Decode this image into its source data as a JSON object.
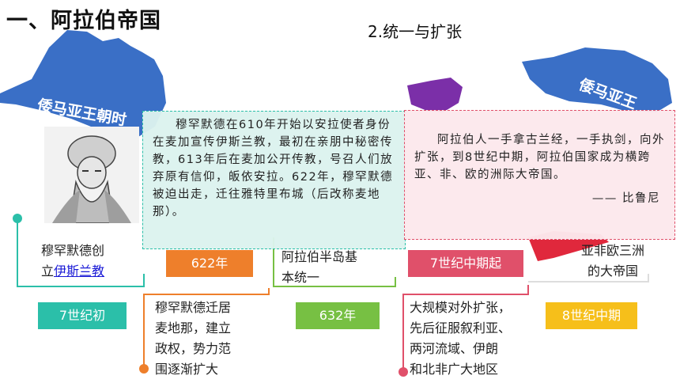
{
  "header": {
    "title": "一、阿拉伯帝国",
    "subtitle": "2.统一与扩张"
  },
  "map": {
    "label_left": "倭马亚王朝时",
    "label_right": "倭马亚王",
    "partial_text_1": "亚非欧三洲",
    "partial_text_2": "的大帝国"
  },
  "colors": {
    "map_blue": "#3a6fc6",
    "purple": "#7b2fa8",
    "red": "#e0283c",
    "teal": "#2bbfa9",
    "orange": "#ee7f2b",
    "green": "#77c043",
    "pink": "#e0506a",
    "yellow": "#f6bf1a"
  },
  "timeline": {
    "item1": {
      "text_pre": "穆罕默德创",
      "text_line2_pre": "立",
      "link": "伊斯兰教",
      "tag": "7世纪初"
    },
    "item2": {
      "tag": "622年",
      "text": [
        "穆罕默德迁居",
        "麦地那，建立",
        "政权，势力范",
        "围逐渐扩大"
      ]
    },
    "item3": {
      "text": [
        "阿拉伯半岛基",
        "本统一"
      ],
      "tag": "632年"
    },
    "item4": {
      "tag": "7世纪中期起",
      "text": [
        "大规模对外扩张，",
        "先后征服叙利亚、",
        "两河流域、伊朗",
        "和北非广大地区"
      ]
    },
    "item5": {
      "tag": "8世纪中期"
    }
  },
  "quotes": {
    "left": "穆罕默德在610年开始以安拉使者身份在麦加宣传伊斯兰教，最初在亲朋中秘密传教，613年后在麦加公开传教，号召人们放弃原有信仰，皈依安拉。622年，穆罕默德被迫出走，迁往雅特里布城（后改称麦地那）。",
    "right": "阿拉伯人一手拿古兰经，一手执剑，向外扩张，到8世纪中期，阿拉伯国家成为横跨亚、非、欧的洲际大帝国。",
    "right_author": "—— 比鲁尼"
  }
}
